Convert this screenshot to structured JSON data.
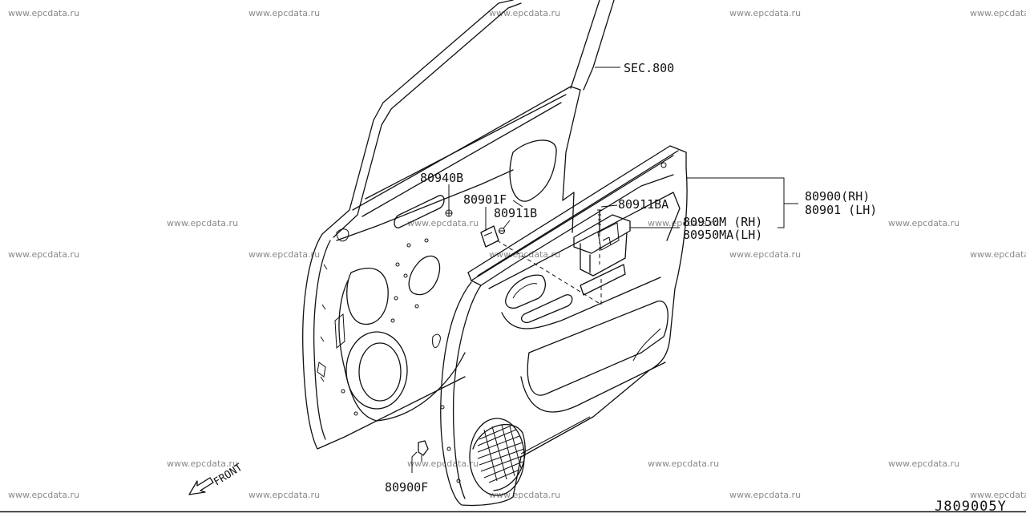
{
  "watermark": "www.epcdata.ru",
  "labels": {
    "sec": "SEC.800",
    "p80940b": "80940B",
    "p80901f": "80901F",
    "p80911b": "80911B",
    "p80911ba": "80911BA",
    "p80950m": "80950M (RH)",
    "p80950ma": "80950MA(LH)",
    "p80900": "80900(RH)",
    "p80901": "80901 (LH)",
    "p80900f": "80900F",
    "front": "FRONT"
  },
  "drawing_code": "J809005Y"
}
